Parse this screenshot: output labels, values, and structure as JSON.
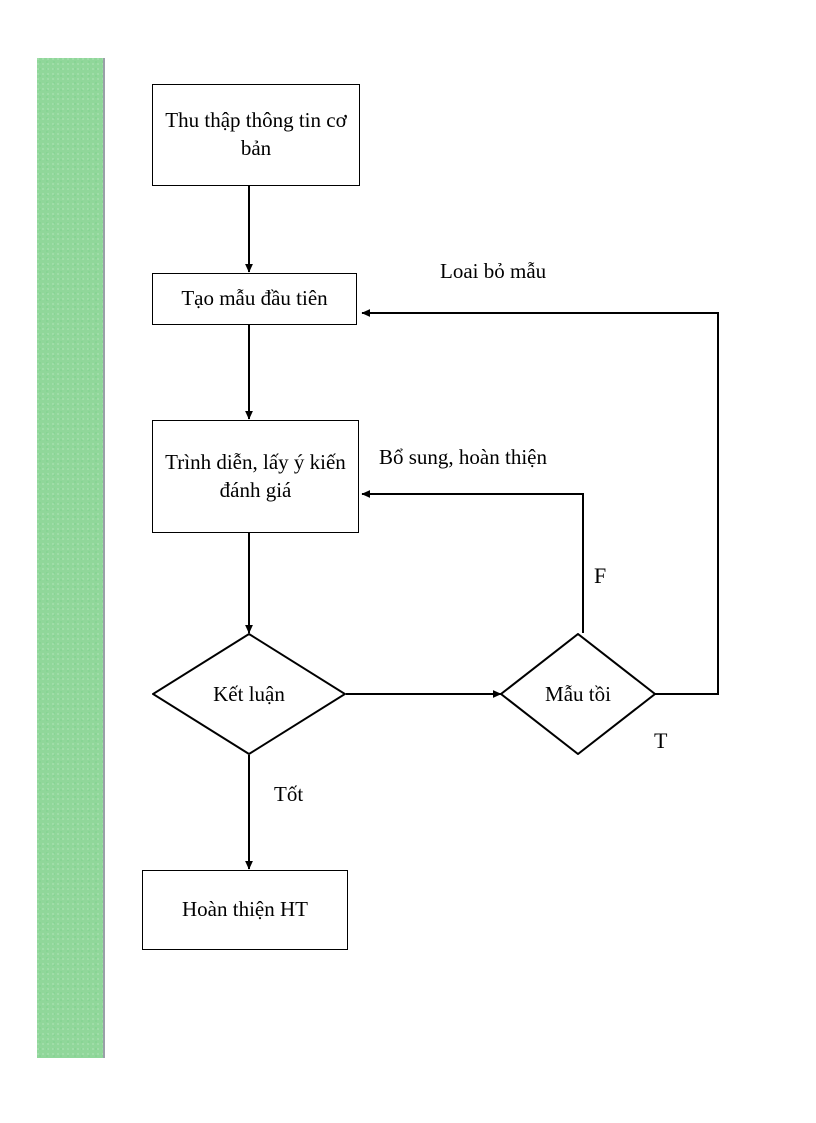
{
  "document": {
    "title": "Quy trình làm mẫu thử (prototyping) – lưu đồ",
    "page_background": "#ffffff"
  },
  "decoration": {
    "sidebar_bar": {
      "name": "green-vertical-bar",
      "color": "#90d79a",
      "edge_color": "#9aa0a8"
    }
  },
  "chart_data": {
    "type": "diagram",
    "subtype": "flowchart",
    "title": "",
    "nodes": [
      {
        "id": "n1",
        "shape": "process",
        "label": "Thu thập thông tin cơ bản"
      },
      {
        "id": "n2",
        "shape": "process",
        "label": "Tạo mẫu đầu tiên"
      },
      {
        "id": "n3",
        "shape": "process",
        "label": "Trình diễn, lấy ý kiến đánh giá"
      },
      {
        "id": "d1",
        "shape": "decision",
        "label": "Kết luận"
      },
      {
        "id": "d2",
        "shape": "decision",
        "label": "Mẫu tồi"
      },
      {
        "id": "n4",
        "shape": "process",
        "label": "Hoàn thiện HT"
      }
    ],
    "edges": [
      {
        "from": "n1",
        "to": "n2",
        "label": ""
      },
      {
        "from": "n2",
        "to": "n3",
        "label": ""
      },
      {
        "from": "n3",
        "to": "d1",
        "label": ""
      },
      {
        "from": "d1",
        "to": "d2",
        "label": ""
      },
      {
        "from": "d1",
        "to": "n4",
        "label": "Tốt"
      },
      {
        "from": "d2",
        "to": "n2",
        "label": "Loai bỏ mẫu",
        "branch": "T"
      },
      {
        "from": "d2",
        "to": "n3",
        "label": "Bổ sung, hoàn thiện",
        "branch": "F"
      }
    ],
    "branch_markers": [
      {
        "id": "f-marker",
        "label": "F"
      },
      {
        "id": "t-marker",
        "label": "T"
      }
    ]
  },
  "nodes": {
    "collect_info": {
      "label": "Thu thập thông tin cơ bản"
    },
    "first_prototype": {
      "label": "Tạo mẫu đầu tiên"
    },
    "demo_feedback": {
      "label": "Trình diễn, lấy ý kiến đánh giá"
    },
    "conclusion": {
      "label": "Kết luận"
    },
    "bad_sample": {
      "label": "Mẫu tồi"
    },
    "complete_system": {
      "label": "Hoàn thiện HT"
    }
  },
  "edge_labels": {
    "discard_sample": "Loai bỏ mẫu",
    "supplement_refine": "Bổ sung, hoàn thiện",
    "good": "Tốt",
    "false_branch": "F",
    "true_branch": "T"
  }
}
